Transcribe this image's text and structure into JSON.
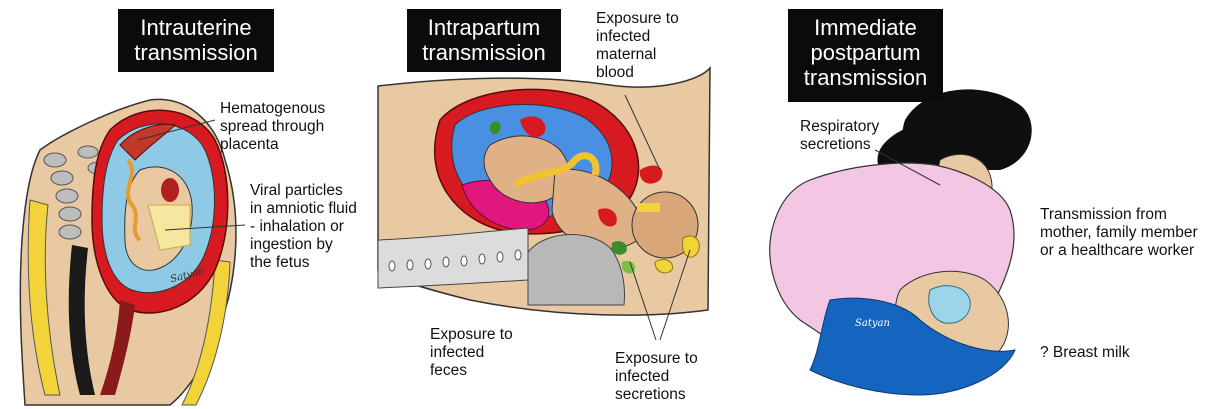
{
  "panels": [
    {
      "title": "Intrauterine\ntransmission",
      "labels": [
        "Hematogenous\nspread through\nplacenta",
        "Viral particles\nin amniotic fluid\n- inhalation or\ningestion by\nthe fetus"
      ]
    },
    {
      "title": "Intrapartum\ntransmission",
      "labels": [
        "Exposure to\ninfected\nmaternal\nblood",
        "Exposure to\ninfected\nfeces",
        "Exposure to\ninfected\nsecretions"
      ]
    },
    {
      "title": "Immediate\npostpartum\ntransmission",
      "labels": [
        "Respiratory\nsecretions",
        "Transmission from\nmother, family member\nor a healthcare worker",
        "? Breast milk"
      ]
    }
  ],
  "artist_signature": "Satyan",
  "colors": {
    "uterus_red": "#d71920",
    "amniotic_blue": "#8ecae6",
    "skin": "#e8c9a1",
    "placenta_magenta": "#e0177d",
    "yellow": "#f2d43a",
    "green": "#3c8c2a",
    "pink_shirt": "#f3c6e4",
    "mask_blue": "#9dd4ea",
    "dark_blue": "#1565c0",
    "bone_gray": "#bdbdbd"
  }
}
